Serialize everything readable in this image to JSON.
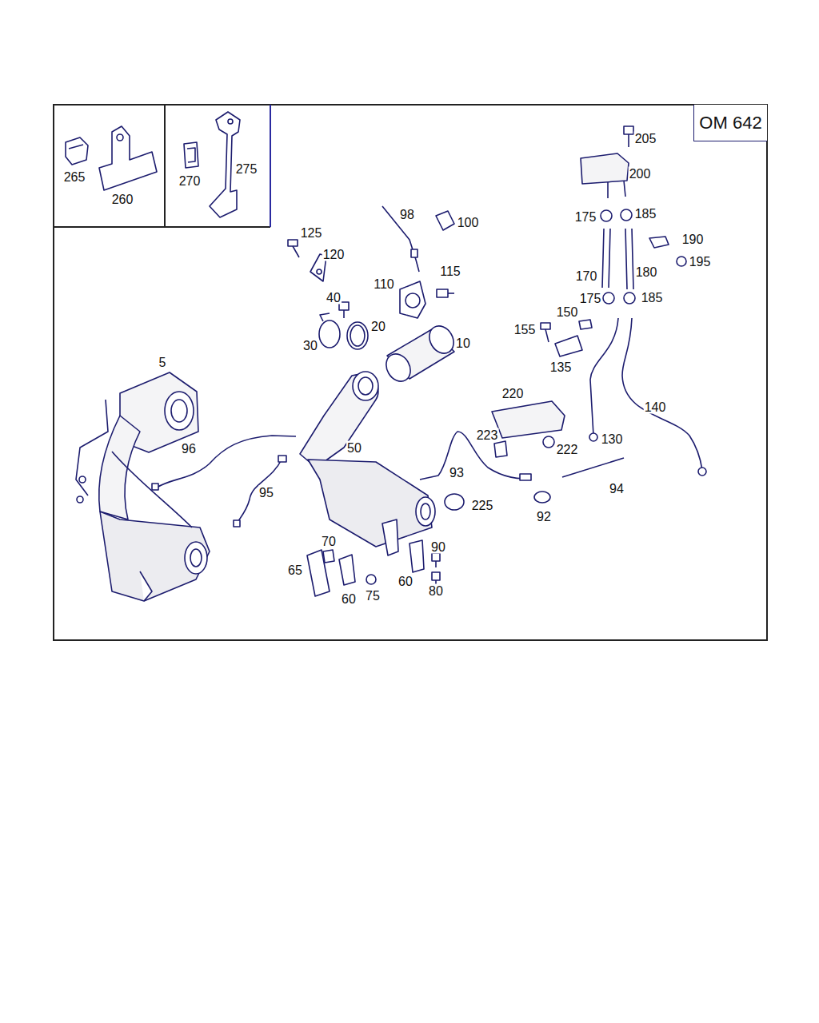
{
  "diagram": {
    "nodes": [
      {
        "text": [
          "OM 642"
        ]
      }
    ],
    "labels": [
      "265",
      "260",
      "270",
      "275",
      "205",
      "200",
      "98",
      "100",
      "175",
      "185",
      "125",
      "120",
      "190",
      "195",
      "115",
      "110",
      "170",
      "180",
      "175",
      "185",
      "150",
      "40",
      "20",
      "155",
      "30",
      "10",
      "135",
      "5",
      "220",
      "140",
      "130",
      "223",
      "222",
      "96",
      "50",
      "93",
      "94",
      "95",
      "225",
      "92",
      "70",
      "90",
      "65",
      "60",
      "80",
      "60",
      "75"
    ]
  }
}
